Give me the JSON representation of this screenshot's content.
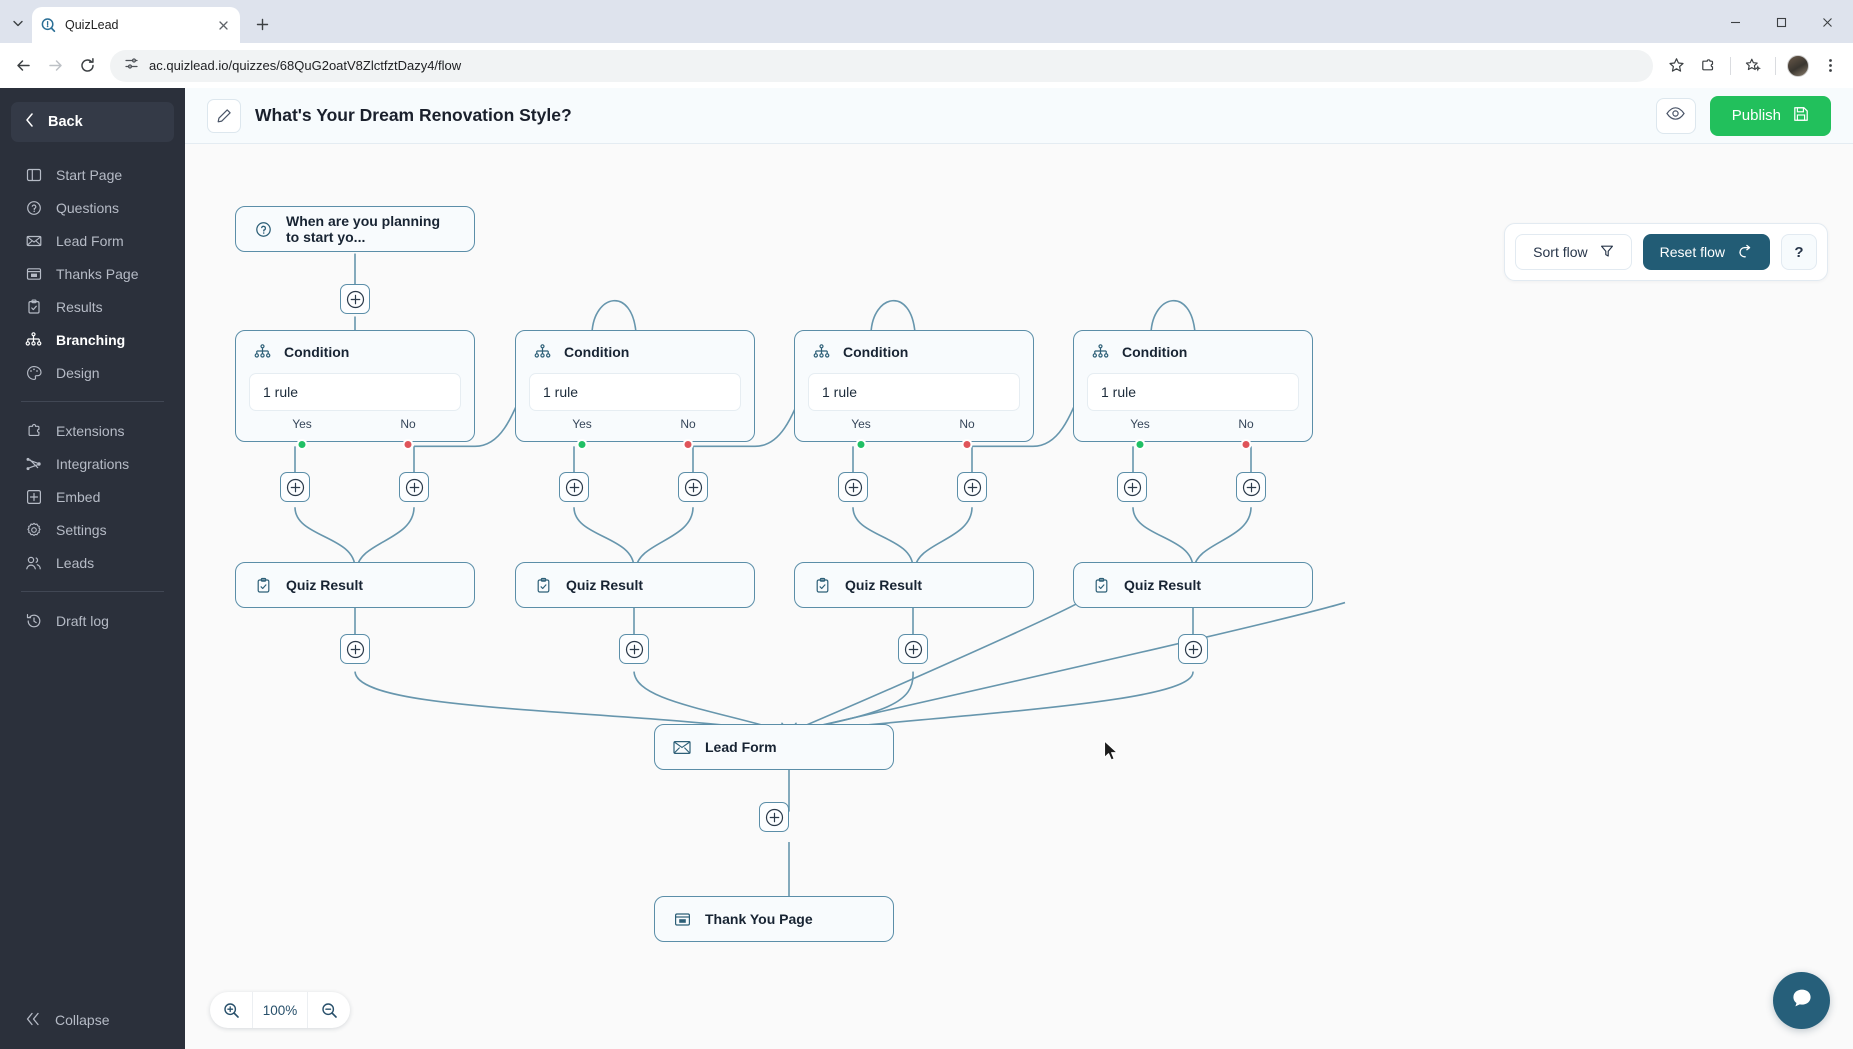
{
  "browser": {
    "tab": {
      "title": "QuizLead",
      "favicon_icon": "quizlead-favicon",
      "close_icon": "close-icon"
    },
    "tablist_dropdown_icon": "chevron-down-icon",
    "new_tab_icon": "plus-icon",
    "window_controls": {
      "minimize": "minimize-icon",
      "maximize": "maximize-icon",
      "close": "close-icon"
    },
    "nav": {
      "back_icon": "arrow-back-icon",
      "forward_icon": "arrow-forward-icon",
      "reload_icon": "reload-icon"
    },
    "omnibox": {
      "site_info_icon": "site-settings-icon",
      "url": "ac.quizlead.io/quizzes/68QuG2oatV8ZlctfztDazy4/flow"
    },
    "actions": {
      "bookmark_icon": "star-icon",
      "extensions_icon": "extensions-icon",
      "collections_icon": "star-sparkle-icon",
      "profile_icon": "avatar",
      "menu_icon": "kebab-menu-icon"
    }
  },
  "sidebar": {
    "back_label": "Back",
    "back_icon": "chevron-left-icon",
    "items": [
      {
        "label": "Start Page",
        "icon": "layout-panel-icon",
        "active": false
      },
      {
        "label": "Questions",
        "icon": "question-circle-icon",
        "active": false
      },
      {
        "label": "Lead Form",
        "icon": "envelope-icon",
        "active": false
      },
      {
        "label": "Thanks Page",
        "icon": "thanks-page-icon",
        "active": false
      },
      {
        "label": "Results",
        "icon": "clipboard-check-icon",
        "active": false
      },
      {
        "label": "Branching",
        "icon": "branching-icon",
        "active": true
      },
      {
        "label": "Design",
        "icon": "palette-icon",
        "active": false
      }
    ],
    "items2": [
      {
        "label": "Extensions",
        "icon": "puzzle-icon"
      },
      {
        "label": "Integrations",
        "icon": "integrations-icon"
      },
      {
        "label": "Embed",
        "icon": "embed-plus-icon"
      },
      {
        "label": "Settings",
        "icon": "gear-icon"
      },
      {
        "label": "Leads",
        "icon": "people-icon"
      }
    ],
    "items3": [
      {
        "label": "Draft log",
        "icon": "history-clock-icon"
      }
    ],
    "collapse_label": "Collapse",
    "collapse_icon": "double-chevron-left-icon"
  },
  "topbar": {
    "edit_icon": "pencil-icon",
    "title": "What's Your Dream Renovation Style?",
    "preview_icon": "eye-icon",
    "publish_label": "Publish",
    "publish_icon": "save-disk-icon",
    "publish_color": "#22c05c"
  },
  "flow_panel": {
    "sort_label": "Sort flow",
    "sort_icon": "filter-funnel-icon",
    "reset_label": "Reset flow",
    "reset_icon": "refresh-arrow-icon",
    "reset_color": "#225c75",
    "help_label": "?"
  },
  "zoom_control": {
    "zoom_in_icon": "zoom-in-icon",
    "level": "100%",
    "zoom_out_icon": "zoom-out-icon"
  },
  "chat_widget": {
    "icon": "chat-bubble-icon",
    "color": "#265f7a"
  },
  "flow": {
    "node_border_color": "#5b8ea8",
    "yes_dot_color": "#21c065",
    "no_dot_color": "#e0555a",
    "question_node": {
      "label": "When are you planning to start yo...",
      "icon": "question-circle-icon"
    },
    "conditions": [
      {
        "title": "Condition",
        "icon": "branching-icon",
        "rule": "1 rule",
        "yes": "Yes",
        "no": "No"
      },
      {
        "title": "Condition",
        "icon": "branching-icon",
        "rule": "1 rule",
        "yes": "Yes",
        "no": "No"
      },
      {
        "title": "Condition",
        "icon": "branching-icon",
        "rule": "1 rule",
        "yes": "Yes",
        "no": "No"
      },
      {
        "title": "Condition",
        "icon": "branching-icon",
        "rule": "1 rule",
        "yes": "Yes",
        "no": "No"
      }
    ],
    "quiz_results": [
      {
        "label": "Quiz Result",
        "icon": "clipboard-check-icon"
      },
      {
        "label": "Quiz Result",
        "icon": "clipboard-check-icon"
      },
      {
        "label": "Quiz Result",
        "icon": "clipboard-check-icon"
      },
      {
        "label": "Quiz Result",
        "icon": "clipboard-check-icon"
      }
    ],
    "lead_form": {
      "label": "Lead Form",
      "icon": "envelope-icon"
    },
    "thank_you": {
      "label": "Thank You Page",
      "icon": "thanks-page-icon"
    },
    "add_button_icon": "plus-circle-icon"
  }
}
